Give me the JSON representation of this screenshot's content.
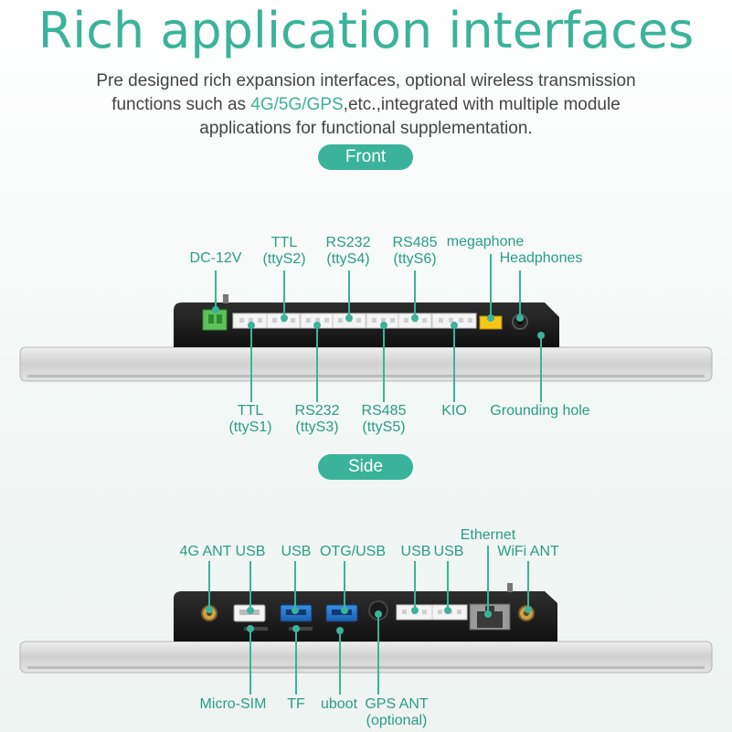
{
  "header": {
    "title": "Rich application interfaces",
    "desc_line1": "Pre designed rich expansion interfaces, optional wireless transmission",
    "desc_line2_pre": "functions such as ",
    "desc_line2_hl": "4G/5G/GPS",
    "desc_line2_post": ",etc.,integrated with multiple module",
    "desc_line3": "applications for functional supplementation."
  },
  "colors": {
    "accent": "#3bb39a",
    "connector_green": "#5cc15c",
    "connector_yellow": "#f5c518"
  },
  "front": {
    "section_label": "Front",
    "labels": {
      "dc": "DC-12V",
      "ttl2_a": "TTL",
      "ttl2_b": "(ttyS2)",
      "rs232_4_a": "RS232",
      "rs232_4_b": "(ttyS4)",
      "rs485_6_a": "RS485",
      "rs485_6_b": "(ttyS6)",
      "megaphone": "megaphone",
      "headphones": "Headphones",
      "ttl1_a": "TTL",
      "ttl1_b": "(ttyS1)",
      "rs232_3_a": "RS232",
      "rs232_3_b": "(ttyS3)",
      "rs485_5_a": "RS485",
      "rs485_5_b": "(ttyS5)",
      "kio": "KIO",
      "ground": "Grounding hole"
    }
  },
  "side": {
    "section_label": "Side",
    "labels": {
      "ant4g": "4G ANT",
      "usb1": "USB",
      "usb2": "USB",
      "otg": "OTG/USB",
      "usb3": "USB",
      "usb4": "USB",
      "ethernet": "Ethernet",
      "wifi": "WiFi ANT",
      "microsim": "Micro-SIM",
      "tf": "TF",
      "uboot": "uboot",
      "gps_a": "GPS ANT",
      "gps_b": "(optional)"
    }
  }
}
